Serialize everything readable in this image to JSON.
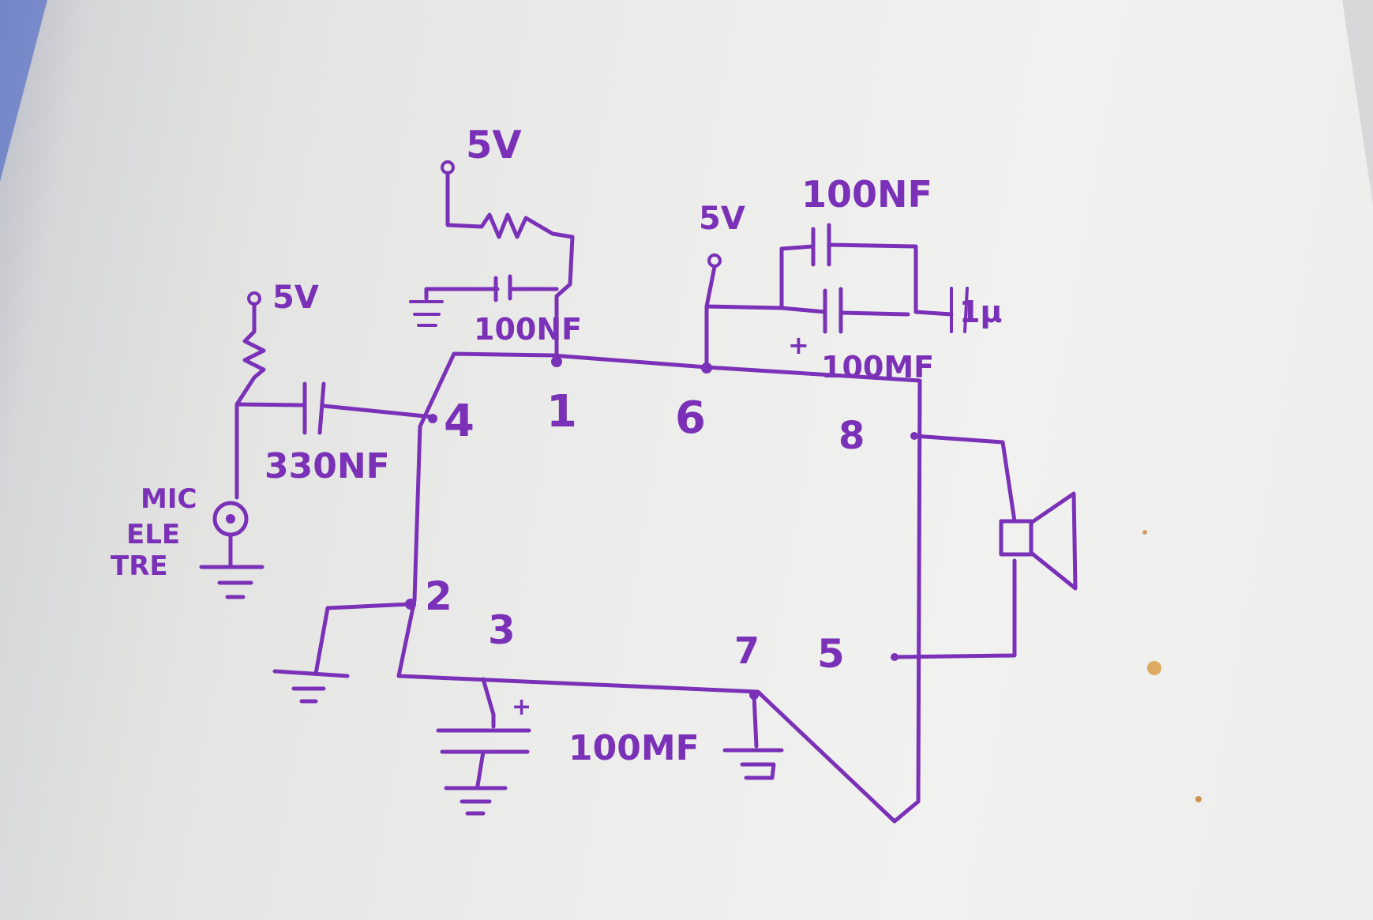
{
  "labels": {
    "supply_res_top": "5V",
    "supply_mic": "5V",
    "supply_pin6": "5V",
    "cap_bypass_top": "100NF",
    "cap_pin1": "100NF",
    "cap_input": "330NF",
    "cap_electrolytic_supply": "100MF",
    "cap_electrolytic_out": "100MF",
    "cap_partial": "1μ",
    "mic_label_1": "MIC",
    "mic_label_2": "ELE",
    "mic_label_3": "TRE",
    "pin_4": "4",
    "pin_1": "1",
    "pin_6": "6",
    "pin_8": "8",
    "pin_2": "2",
    "pin_3": "3",
    "pin_7": "7",
    "pin_5": "5",
    "plus_sign": "+",
    "plus_sign_2": "+"
  },
  "colors": {
    "ink": "#7a31b8",
    "paper": "#efefed",
    "paper_shadow": "#b9bcc7"
  }
}
